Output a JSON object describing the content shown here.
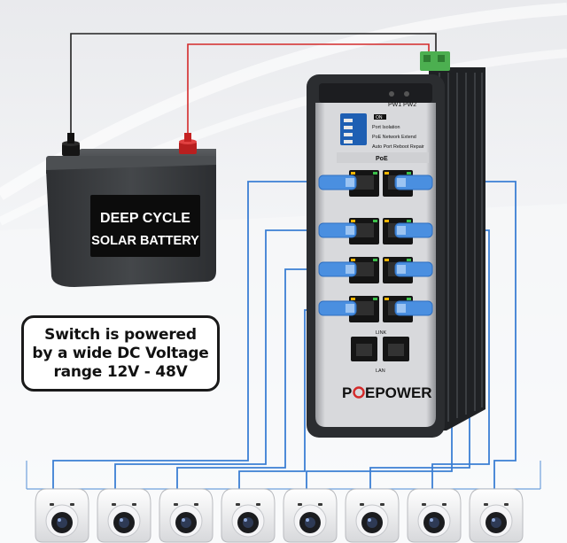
{
  "battery": {
    "line1": "DEEP CYCLE",
    "line2": "SOLAR BATTERY"
  },
  "switch": {
    "brand_left": "P",
    "brand_right": "EPOWER",
    "indicator_labels": [
      "PW1",
      "PW2"
    ],
    "dip_labels": [
      "Port Isolation",
      "PoE Network Extend",
      "Auto Port Reboot Repair"
    ],
    "dip_header": "ON",
    "poe_label": "PoE",
    "link_label": "LINK",
    "lan_label": "LAN"
  },
  "callout": {
    "lines": [
      "Switch is powered",
      "by a wide DC Voltage",
      "range 12V - 48V"
    ]
  },
  "cameras": {
    "count": 8
  },
  "colors": {
    "cable_blue": "#3b7fd4",
    "wire_red": "#d42a2a",
    "wire_black": "#222222",
    "battery_body": "#3a3d40",
    "switch_body": "#2b2d30"
  }
}
